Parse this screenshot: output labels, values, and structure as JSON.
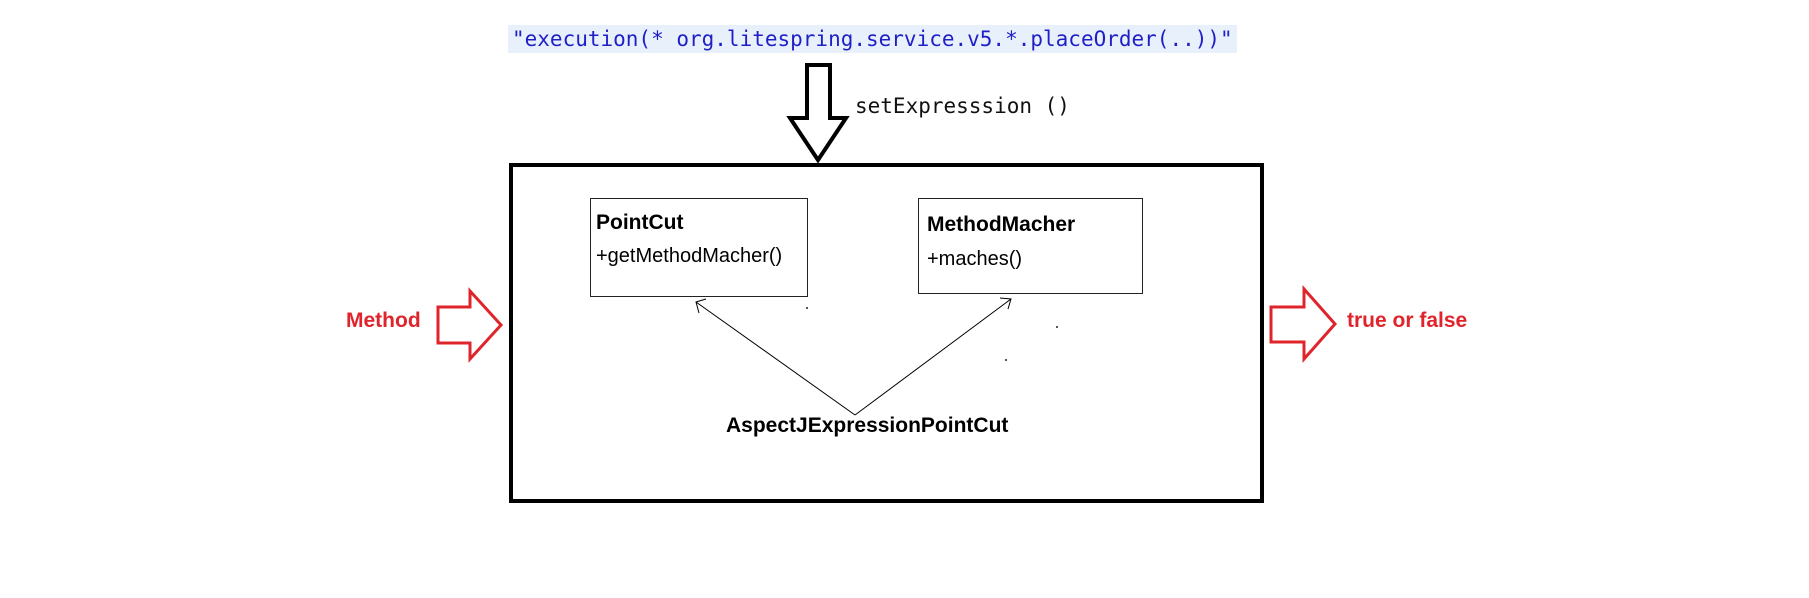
{
  "expression": "\"execution(* org.litespring.service.v5.*.placeOrder(..))\"",
  "set_expression_label": "setExpresssion ()",
  "pointcut": {
    "name": "PointCut",
    "method": "+getMethodMacher()"
  },
  "method_matcher": {
    "name": "MethodMacher",
    "method": "+maches()"
  },
  "implementation_label": "AspectJExpressionPointCut",
  "input_label": "Method",
  "output_label": "true or false",
  "colors": {
    "expression_text": "#1f1fc8",
    "expression_highlight": "#e8f0fb",
    "red": "#e0242b",
    "line": "#000000"
  }
}
